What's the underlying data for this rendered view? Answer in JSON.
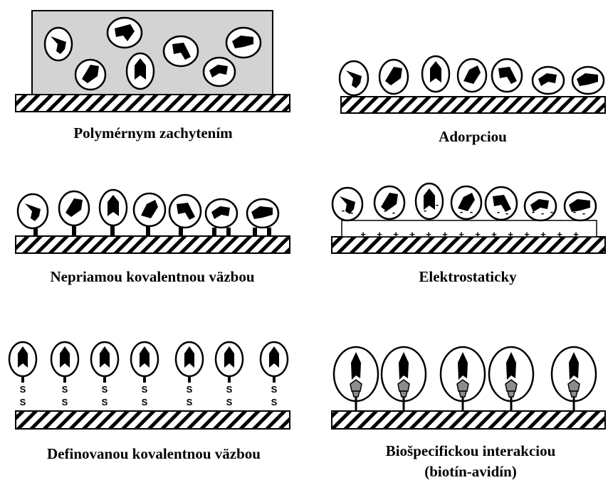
{
  "panels": [
    {
      "id": "entrapment",
      "caption_lines": [
        "Polymérnym zachytením"
      ]
    },
    {
      "id": "adsorption",
      "caption_lines": [
        "Adorpciou"
      ]
    },
    {
      "id": "indirect-covalent",
      "caption_lines": [
        "Nepriamou kovalentnou väzbou"
      ]
    },
    {
      "id": "electrostatic",
      "caption_lines": [
        "Elektrostaticky"
      ]
    },
    {
      "id": "defined-covalent",
      "caption_lines": [
        "Definovanou kovalentnou väzbou"
      ]
    },
    {
      "id": "biospecific",
      "caption_lines": [
        "Biošpecifickou interakciou",
        "(biotín-avidín)"
      ]
    }
  ],
  "symbols": {
    "sulfur": "S",
    "plus": "+",
    "minus": "-"
  },
  "colors": {
    "ink": "#000000",
    "polymer_fill": "#d3d3d3",
    "background": "#ffffff",
    "avidin_fill": "#8c8c8c"
  }
}
